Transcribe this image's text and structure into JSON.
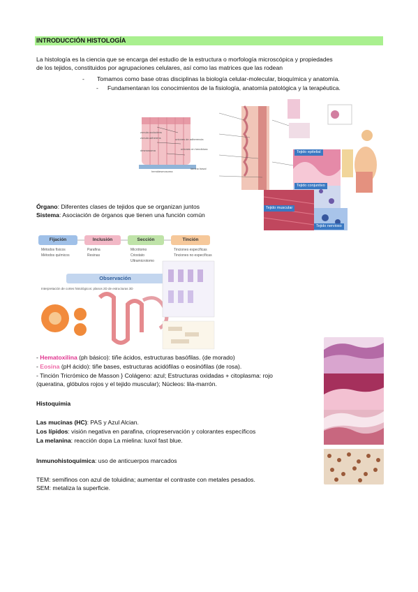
{
  "title": "INTRODUCCIÓN HISTOLOGÍA",
  "intro": {
    "line1": "La histología es la ciencia que se encarga del estudio de la estructura o morfología microscópica y propiedades",
    "line2": "de los tejidos, constituidos por agrupaciones celulares, así como las matrices que las rodean",
    "bullet1": "Tomamos como base otras disciplinas la biología celular-molecular, bioquímica y anatomía.",
    "bullet2": "Fundamentaran los conocimientos de la fisiología, anatomía patológica y la terapéutica.",
    "dash": "-"
  },
  "definitions": {
    "organo_label": "Órgano",
    "organo_text": ": Diferentes clases de tejidos que se organizan juntos",
    "sistema_label": "Sistema",
    "sistema_text": ": Asociación de órganos que tienen una función común"
  },
  "figure1": {
    "labels": [
      "zonula occludens",
      "zonula adherens",
      "desmosoma",
      "hemidesmosoma",
      "uniones en hendidura",
      "lámina basal",
      "uniones de adherencia"
    ]
  },
  "figure2": {
    "tags": [
      "Tejido epitelial",
      "Tejido conjuntivo",
      "Tejido muscular",
      "Tejido nervioso"
    ]
  },
  "flowchart": {
    "steps": [
      {
        "label": "Fijación",
        "subs": [
          "Métodos físicos",
          "Métodos químicos"
        ],
        "color": "#9fc0e8"
      },
      {
        "label": "Inclusión",
        "subs": [
          "Parafina",
          "Resinas"
        ],
        "color": "#f2b8c6"
      },
      {
        "label": "Sección",
        "subs": [
          "Micrótomo",
          "Criostato",
          "Ultramicrotomo"
        ],
        "color": "#bfe3a8"
      },
      {
        "label": "Tinción",
        "subs": [
          "Tinciones específicas",
          "Tinciones no específicas"
        ],
        "color": "#f6c89a"
      }
    ],
    "observation": "Observación",
    "observation_note": "Interpretación de cortes histológicos: planos 2D de estructuras 3D"
  },
  "stains": {
    "hema_prefix": "- ",
    "hema_name": "Hematoxilina",
    "hema_text": " (ph básico): tiñe ácidos, estructuras basófilas. (de morado)",
    "eosin_prefix": "- ",
    "eosin_name": "Eosina",
    "eosin_text": " (pH ácido): tiñe bases, estructuras acidófilas o eosinófilas (de rosa).",
    "masson_line1": "- Tinción Tricrómico de Masson } Colágeno: azul; Estructuras oxidadas + citoplasma: rojo",
    "masson_line2": "(queratina, glóbulos rojos y el tejido muscular); Núcleos: lila-marrón."
  },
  "histoquimica": {
    "heading": "Histoquimia",
    "mucinas_label": "Las mucinas (HC)",
    "mucinas_text": ": PAS y Azul Alcian.",
    "lipidos_label": "Los lípidos",
    "lipidos_text": ": visión negativa en parafina, criopreservación y colorantes específicos",
    "melanina_label": "La melanina",
    "melanina_text": ": reacción dopa La mielina: luxol fast blue."
  },
  "inmuno": {
    "label": "Inmunohistoquímica",
    "text": ": uso de anticuerpos marcados"
  },
  "microscopy": {
    "tem": "TEM: semifinos con azul de toluidina; aumentar el contraste con metales pesados.",
    "sem": "SEM: metaliza la superficie."
  }
}
